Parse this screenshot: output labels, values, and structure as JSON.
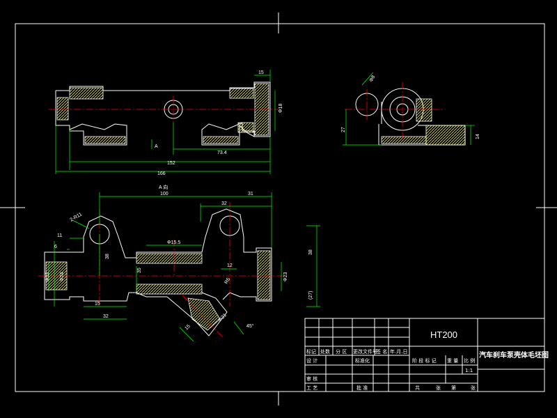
{
  "colors": {
    "background": "#000000",
    "border": "#ffffff",
    "outline": "#ffffff",
    "hatch": "#ffff00",
    "dimension": "#00ff00",
    "centerline": "#ff0000"
  },
  "top_view": {
    "dims": {
      "d15": "15",
      "d018": "Φ18",
      "d734": "73.4",
      "d152": "152",
      "d166": "166",
      "a_label": "A"
    }
  },
  "side_view": {
    "dims": {
      "d27": "27",
      "d14": "14",
      "d_hole": "Φ8"
    }
  },
  "front_view": {
    "title": "A 向",
    "dims": {
      "d100": "100",
      "d31": "31",
      "d32": "32",
      "d2r": "2-R11",
      "d11": "11",
      "d6": "6",
      "d38a": "38",
      "d155": "Φ15.5",
      "d35": "35",
      "d12": "12",
      "dr6": "R6",
      "d38b": "38",
      "d27b": "(27)",
      "d32dia": "Φ32",
      "d24": "Φ24",
      "d23": "Φ23",
      "d15b": "15",
      "d32b": "32",
      "d15c": "15",
      "d21": "Φ21",
      "d45": "45°"
    }
  },
  "title_block": {
    "material": "HT200",
    "part_title": "汽车刹车泵壳体毛坯图",
    "headers": [
      "标记",
      "处数",
      "分 区",
      "更改文件号",
      "签 名",
      "年.月.日"
    ],
    "row_design": [
      "设 计",
      "标准化"
    ],
    "stage_headers": [
      "阶 段 标 记",
      "重 量",
      "比 例"
    ],
    "scale": "1:1",
    "row_review": "审 核",
    "row_process": "工 艺",
    "row_approve": "批 准",
    "sheets": [
      "共",
      "张",
      "第",
      "张"
    ]
  }
}
